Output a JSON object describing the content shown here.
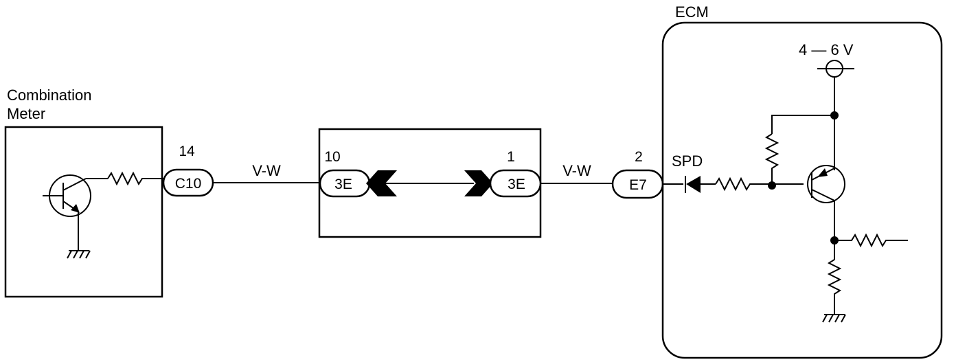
{
  "components": {
    "combination_meter": {
      "label_line1": "Combination",
      "label_line2": "Meter"
    },
    "ecm": {
      "label": "ECM",
      "supply_voltage": "4 — 6 V",
      "signal_name": "SPD"
    }
  },
  "connectors": [
    {
      "code": "C10",
      "pin": "14"
    },
    {
      "code": "3E",
      "pin": "10"
    },
    {
      "code": "3E",
      "pin": "1"
    },
    {
      "code": "E7",
      "pin": "2"
    }
  ],
  "wires": [
    {
      "color_code": "V-W"
    },
    {
      "color_code": "V-W"
    }
  ],
  "colors": {
    "line": "#000000",
    "background": "#ffffff"
  }
}
